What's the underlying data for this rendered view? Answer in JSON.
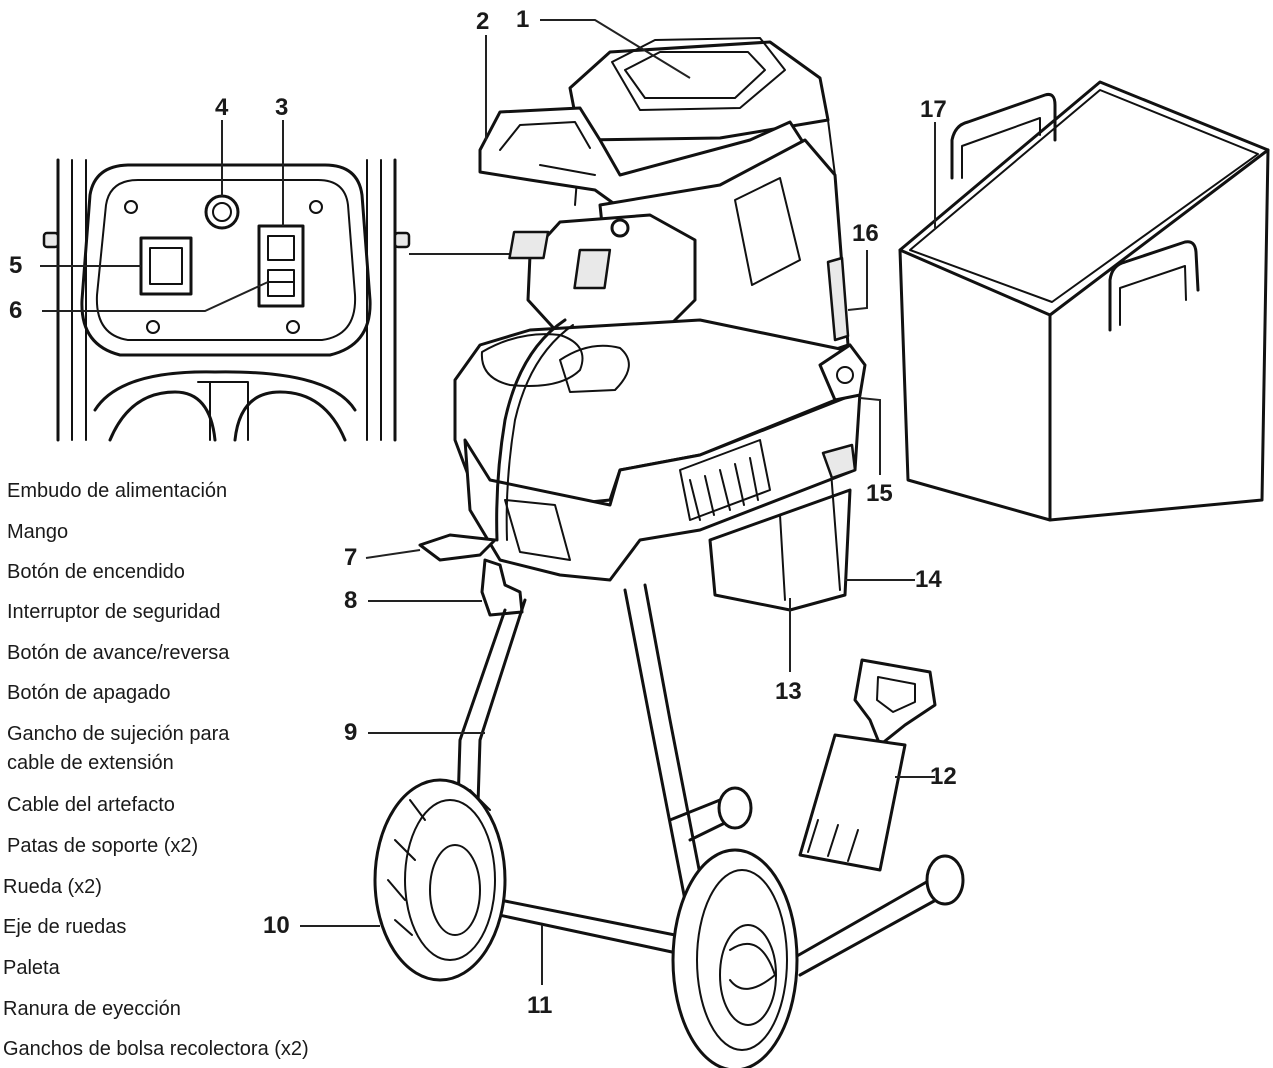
{
  "legend": [
    "Embudo de alimentación",
    "Mango",
    "Botón de encendido",
    "Interruptor de seguridad",
    "Botón de avance/reversa",
    "Botón de apagado",
    "Gancho de sujeción para",
    "cable de extensión",
    "Cable del artefacto",
    "Patas de soporte (x2)",
    "Rueda (x2)",
    "Eje de ruedas",
    "Paleta",
    "Ranura de eyección",
    "Ganchos de bolsa recolectora (x2)"
  ],
  "callouts": [
    "1",
    "2",
    "3",
    "4",
    "5",
    "6",
    "7",
    "8",
    "9",
    "10",
    "11",
    "12",
    "13",
    "14",
    "15",
    "16",
    "17"
  ]
}
